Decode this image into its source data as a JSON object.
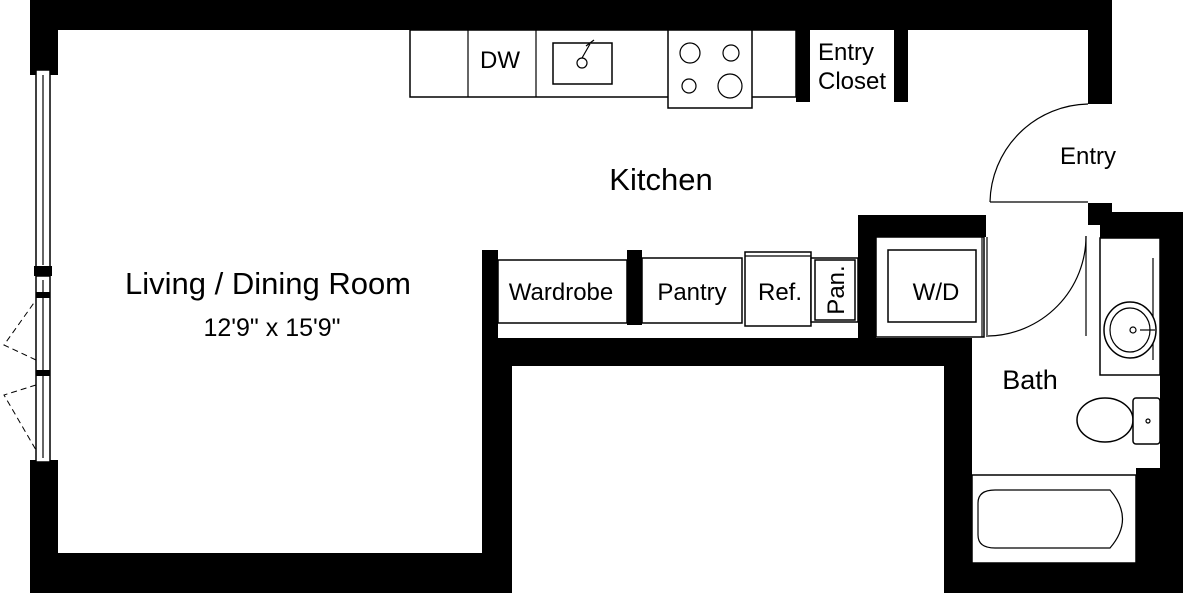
{
  "floor_plan": {
    "rooms": {
      "living": {
        "name": "Living / Dining Room",
        "dimensions": "12'9\" x 15'9\""
      },
      "kitchen": {
        "name": "Kitchen"
      },
      "bath": {
        "name": "Bath"
      },
      "entry": {
        "name": "Entry"
      }
    },
    "labels": {
      "dishwasher": "DW",
      "entry_closet_line1": "Entry",
      "entry_closet_line2": "Closet",
      "wardrobe": "Wardrobe",
      "pantry": "Pantry",
      "refrigerator": "Ref.",
      "pan": "Pan.",
      "washer_dryer": "W/D"
    },
    "colors": {
      "wall": "#000000",
      "background": "#ffffff"
    }
  }
}
